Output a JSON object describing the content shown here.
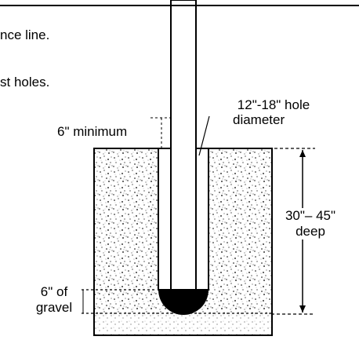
{
  "text_fragments": {
    "line1_tail": "nce line.",
    "line2_tail": "st holes."
  },
  "labels": {
    "hole_diameter": [
      "12\"-18\" hole",
      "diameter"
    ],
    "six_minimum": "6\" minimum",
    "depth": [
      "30\"– 45\"",
      "deep"
    ],
    "gravel": [
      "6\" of",
      "gravel"
    ]
  },
  "colors": {
    "ink": "#000000",
    "background": "#ffffff"
  }
}
